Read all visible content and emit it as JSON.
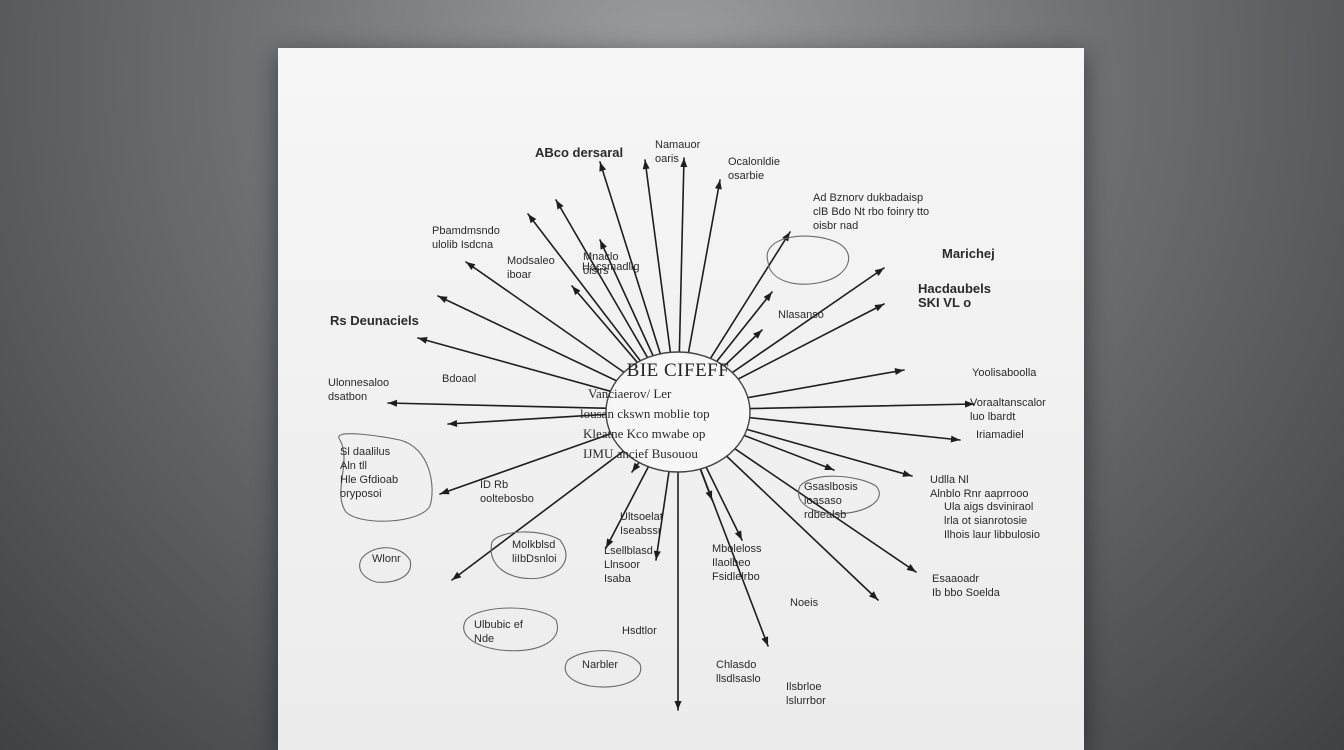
{
  "center": {
    "title": "BIE CIFEFF",
    "lines": [
      "Vanciaerov/ Ler",
      "lousan ckswn moblie top",
      "Kleatne Kco mwabe op",
      "IJMU ancief Busouou"
    ]
  },
  "labels": [
    {
      "lines": [
        "ABco dersaral"
      ],
      "bold": true
    },
    {
      "lines": [
        "Namauor",
        "oaris"
      ]
    },
    {
      "lines": [
        "Ocalonldie",
        "osarbie"
      ]
    },
    {
      "lines": [
        "Ad Bznorv dukbadaisp",
        "clB Bdo Nt rbo foinry tto",
        "oisbr nad"
      ]
    },
    {
      "lines": [
        "Marichej"
      ],
      "bold": true
    },
    {
      "lines": [
        "Mnaclo",
        "oisirs"
      ]
    },
    {
      "lines": [
        "Modsaleo",
        "iboar"
      ]
    },
    {
      "lines": [
        "Pbamdmsndo",
        "ulolib Isdcna"
      ]
    },
    {
      "lines": [
        "Rs Deunaciels"
      ],
      "bold": true
    },
    {
      "lines": [
        "Hacdaubels",
        "SKI VL o"
      ],
      "bold": true
    },
    {
      "lines": [
        "Ulonnesaloo",
        "dsatbon"
      ]
    },
    {
      "lines": [
        "Bdoaol"
      ]
    },
    {
      "lines": [
        "Hacsmadlig"
      ]
    },
    {
      "lines": [
        "Yoolisaboolla"
      ]
    },
    {
      "lines": [
        "Voraaltanscalor",
        "luo lbardt"
      ]
    },
    {
      "lines": [
        "Iriamadiel"
      ]
    },
    {
      "lines": [
        "Nlasanso"
      ]
    },
    {
      "lines": [
        "Sl daalilus",
        "Aln tll",
        "Hle Gfdioab",
        "oryposoi"
      ]
    },
    {
      "lines": [
        "ID Rb",
        "ooltebosbo"
      ]
    },
    {
      "lines": [
        "Wlonr"
      ]
    },
    {
      "lines": [
        "Ula aigs dsviniraol",
        "lrla ot sianrotosie",
        "Ilhois laur libbulosio"
      ]
    },
    {
      "lines": [
        "Esaaoadr",
        "Ib bbo Soelda"
      ]
    },
    {
      "lines": [
        "Molkblsd",
        "liIbDsnloi"
      ]
    },
    {
      "lines": [
        "Lsellblasd",
        "Llnsoor",
        "Isaba"
      ]
    },
    {
      "lines": [
        "Ultsoelat",
        "Iseabssr"
      ]
    },
    {
      "lines": [
        "Udlla Nl",
        "Alnblo Rnr aaprrooo"
      ]
    },
    {
      "lines": [
        "Noeis"
      ]
    },
    {
      "lines": [
        "Mboleloss",
        "Ilaolbeo",
        "Fsidlelrbo"
      ]
    },
    {
      "lines": [
        "Chlasdo",
        "llsdlsaslo"
      ]
    },
    {
      "lines": [
        "Ulbubic ef",
        "Nde"
      ]
    },
    {
      "lines": [
        "Hsdtlor"
      ]
    },
    {
      "lines": [
        "Narbler"
      ]
    },
    {
      "lines": [
        "Ilsbrloe",
        "lslurrbor"
      ]
    },
    {
      "lines": [
        "Gsaslbosis",
        "loasaso",
        "rdbealsb"
      ]
    }
  ]
}
